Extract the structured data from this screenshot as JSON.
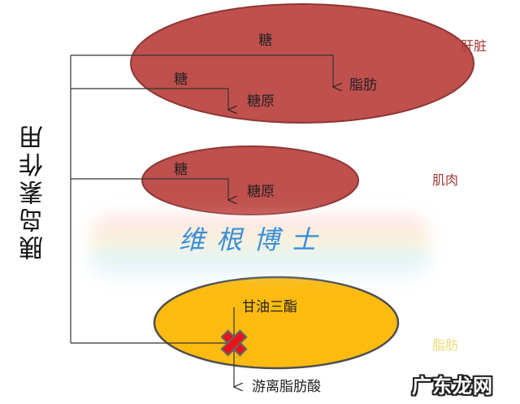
{
  "title": "胰岛素作用",
  "watermark": "维根博士",
  "logo": "广东龙网",
  "colors": {
    "liver_fill": "#c0504d",
    "liver_stroke": "#8c3836",
    "muscle_fill": "#c0504d",
    "fat_fill": "#fdbb0f",
    "fat_stroke": "#4f4f4f",
    "block_mark": "#e8141c",
    "label_liver": "#a23a36",
    "label_muscle": "#a23a36",
    "label_fat": "#f0d77a",
    "watermark": "#3a8fd6"
  },
  "organs": {
    "liver": {
      "label": "肝脏",
      "texts": {
        "sugar_top": "糖",
        "fat": "脂肪",
        "sugar_left": "糖",
        "glycogen": "糖原"
      }
    },
    "muscle": {
      "label": "肌肉",
      "texts": {
        "sugar": "糖",
        "glycogen": "糖原"
      }
    },
    "adipose": {
      "label": "脂肪",
      "texts": {
        "triglyceride": "甘油三酯",
        "free_fatty_acid": "游离脂肪酸"
      },
      "blocked_marker": "✖"
    }
  }
}
